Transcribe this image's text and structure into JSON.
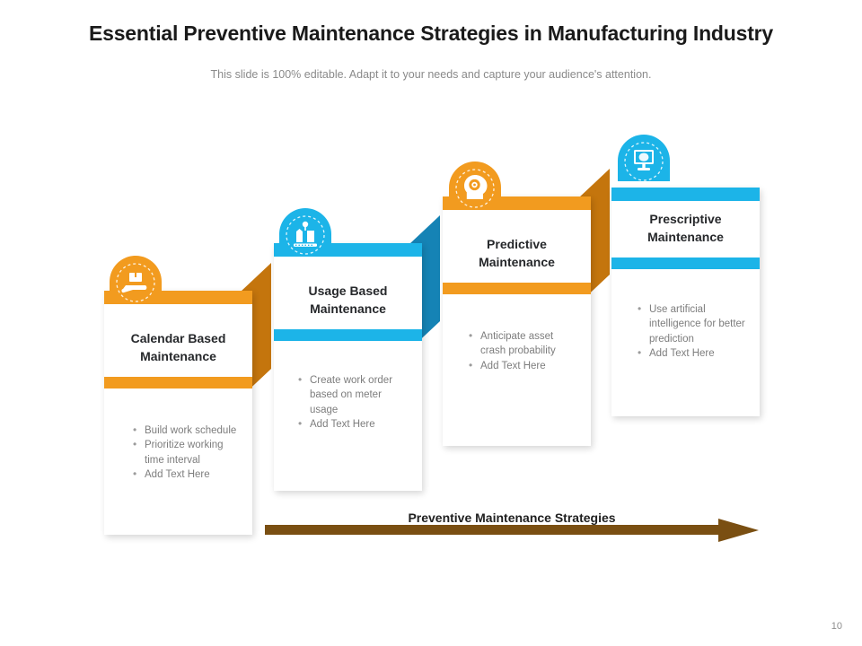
{
  "slide": {
    "title": "Essential Preventive Maintenance Strategies in Manufacturing Industry",
    "subtitle": "This slide is 100% editable. Adapt it to your needs and capture your audience's attention.",
    "page_number": "10",
    "background": "#ffffff"
  },
  "colors": {
    "orange": "#F29B1F",
    "orange_dark": "#C4750D",
    "blue": "#1CB4E8",
    "blue_dark": "#1583B5",
    "arrow_brown": "#7A4F12",
    "title_text": "#1a1a1a",
    "body_text": "#7d7d7d",
    "subtitle_text": "#8a8a8a"
  },
  "arrow": {
    "label": "Preventive Maintenance Strategies",
    "color": "#7A4F12",
    "direction": "right"
  },
  "steps": [
    {
      "id": "calendar-based-maintenance",
      "title": "Calendar Based\nMaintenance",
      "title_line1": "Calendar Based",
      "title_line2": "Maintenance",
      "accent": "#F29B1F",
      "accent_dark": "#C4750D",
      "icon": "hand-holding-box-icon",
      "bullets": [
        "Build work schedule",
        "Prioritize working time interval",
        "Add Text Here"
      ]
    },
    {
      "id": "usage-based-maintenance",
      "title": "Usage Based\nMaintenance",
      "title_line1": "Usage Based",
      "title_line2": "Maintenance",
      "accent": "#1CB4E8",
      "accent_dark": "#1583B5",
      "icon": "factory-conveyor-icon",
      "bullets": [
        "Create work order based on meter usage",
        "Add Text Here"
      ]
    },
    {
      "id": "predictive-maintenance",
      "title": "Predictive\nMaintenance",
      "title_line1": "Predictive",
      "title_line2": "Maintenance",
      "accent": "#F29B1F",
      "accent_dark": "#C4750D",
      "icon": "head-gear-brain-icon",
      "bullets": [
        "Anticipate asset crash probability",
        "Add Text Here"
      ]
    },
    {
      "id": "prescriptive-maintenance",
      "title": "Prescriptive\nMaintenance",
      "title_line1": "Prescriptive",
      "title_line2": "Maintenance",
      "accent": "#1CB4E8",
      "accent_dark": "#1583B5",
      "icon": "monitor-ai-brain-icon",
      "bullets": [
        "Use artificial intelligence for better prediction",
        "Add Text Here"
      ]
    }
  ]
}
